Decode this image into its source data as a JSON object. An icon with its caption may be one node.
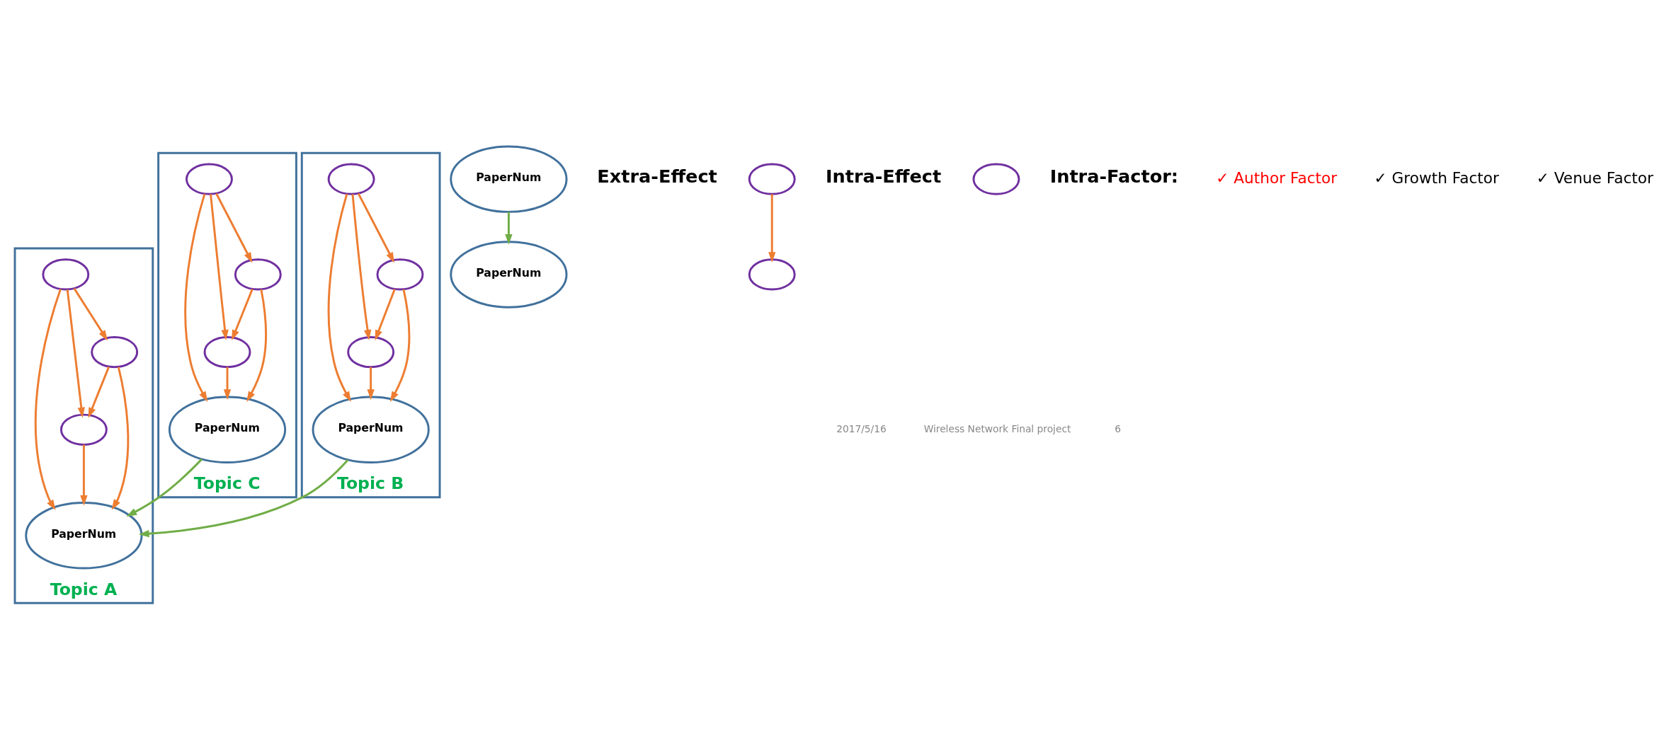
{
  "diagram": {
    "nodes": [
      {
        "text": [
          "Topic B"
        ]
      },
      {
        "text": [
          "PaperNum"
        ],
        "in": 0
      },
      {
        "text": [],
        "shape": "circle",
        "in": 0
      },
      {
        "text": [],
        "shape": "circle",
        "in": 0
      },
      {
        "text": [],
        "shape": "circle",
        "in": 0
      },
      {
        "text": [
          "Topic A"
        ]
      },
      {
        "text": [
          "PaperNum"
        ],
        "in": 5
      },
      {
        "text": [],
        "shape": "circle",
        "in": 5
      },
      {
        "text": [],
        "shape": "circle",
        "in": 5
      },
      {
        "text": [],
        "shape": "circle",
        "in": 5
      },
      {
        "text": [
          "Topic C"
        ]
      },
      {
        "text": [
          "PaperNum"
        ],
        "in": 10
      },
      {
        "text": [],
        "shape": "circle",
        "in": 10
      },
      {
        "text": [],
        "shape": "circle",
        "in": 10
      },
      {
        "text": [],
        "shape": "circle",
        "in": 10
      },
      {
        "text": [
          "PaperNum"
        ]
      },
      {
        "text": [
          "PaperNum"
        ]
      },
      {
        "text": [],
        "shape": "circle"
      },
      {
        "text": [],
        "shape": "circle"
      },
      {
        "text": [],
        "shape": "circle"
      }
    ],
    "edges": [
      {
        "from": 2,
        "to": 1,
        "arrow": "to"
      },
      {
        "from": 4,
        "to": 1,
        "arrow": "to"
      },
      {
        "from": 3,
        "to": 1,
        "arrow": "to"
      },
      {
        "from": 2,
        "to": 3,
        "arrow": "to"
      },
      {
        "from": 2,
        "to": 4,
        "arrow": "to"
      },
      {
        "from": 4,
        "to": 3,
        "arrow": "to"
      },
      {
        "from": 7,
        "to": 6,
        "arrow": "to"
      },
      {
        "from": 9,
        "to": 6,
        "arrow": "to"
      },
      {
        "from": 8,
        "to": 6,
        "arrow": "to"
      },
      {
        "from": 7,
        "to": 8,
        "arrow": "to"
      },
      {
        "from": 7,
        "to": 9,
        "arrow": "to"
      },
      {
        "from": 9,
        "to": 8,
        "arrow": "to"
      },
      {
        "from": 12,
        "to": 11,
        "arrow": "to"
      },
      {
        "from": 14,
        "to": 11,
        "arrow": "to"
      },
      {
        "from": 13,
        "to": 11,
        "arrow": "to"
      },
      {
        "from": 12,
        "to": 13,
        "arrow": "to"
      },
      {
        "from": 12,
        "to": 14,
        "arrow": "to"
      },
      {
        "from": 14,
        "to": 13,
        "arrow": "to"
      },
      {
        "from": 1,
        "to": 6,
        "arrow": "to",
        "color": "#70ad47"
      },
      {
        "from": 11,
        "to": 6,
        "arrow": "to",
        "color": "#70ad47"
      },
      {
        "from": 15,
        "to": 16,
        "arrow": "to",
        "color": "#70ad47"
      },
      {
        "from": 17,
        "to": 18,
        "arrow": "to"
      }
    ],
    "labels": [
      "Extra-Effect",
      "Intra-Effect",
      "Intra-Factor:",
      "✓ Author Factor",
      "✓ Growth Factor",
      "✓ Venue Factor",
      "2017/5/16",
      "Wireless Network Final project",
      "6"
    ]
  }
}
